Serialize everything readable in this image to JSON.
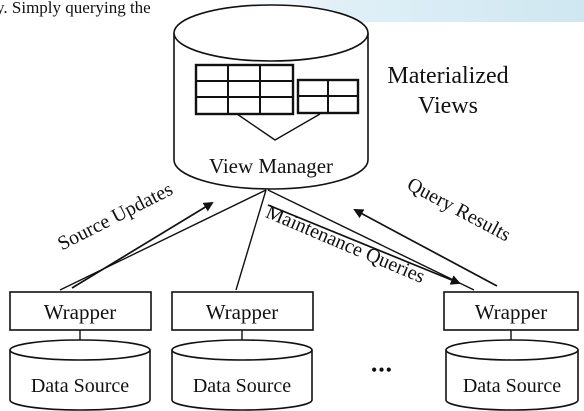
{
  "header_fragment": "y. Simply querying the",
  "warehouse": {
    "title_line1": "Materialized",
    "title_line2": "Views",
    "manager_label": "View Manager"
  },
  "flows": {
    "source_updates": "Source Updates",
    "maintenance_queries": "Maintenance Queries",
    "query_results": "Query Results"
  },
  "sources": [
    {
      "wrapper": "Wrapper",
      "data_source": "Data Source"
    },
    {
      "wrapper": "Wrapper",
      "data_source": "Data Source"
    },
    {
      "wrapper": "Wrapper",
      "data_source": "Data Source"
    }
  ],
  "ellipsis": "•••"
}
